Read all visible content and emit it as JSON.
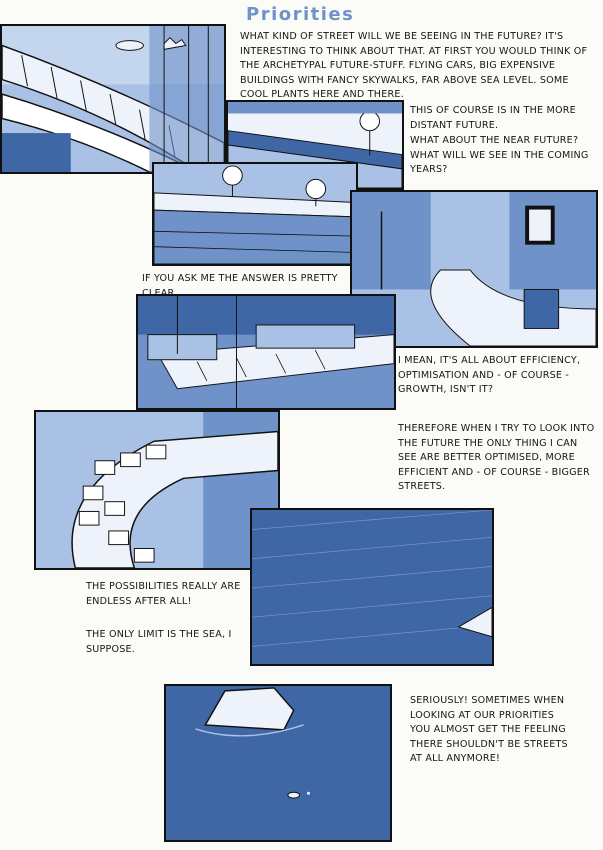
{
  "title": "Priorities",
  "captions": {
    "intro": "What kind of street will we be seeing in the future? It's interesting to think about that. At first you would think of the archetypal future-stuff. Flying cars, big expensive buildings with fancy skywalks, far above sea level. Some cool plants here and there.",
    "distant_1": "This of course is in the more distant future.",
    "distant_2": "What about the near future? What will we see in the coming years?",
    "answer": "If you ask me the answer is pretty clear.",
    "efficiency": "I mean, it's all about efficiency, optimisation and - of course - growth, isn't it?",
    "therefore": "Therefore when I try to look into the future the only thing I can see are better optimised, more efficient and - of course - bigger streets.",
    "possibilities": "The possibilities really are endless after all!",
    "limit": "The only limit is the sea, I suppose.",
    "seriously": "Seriously! Sometimes when looking at our priorities you almost get the feeling there shouldn't be streets at all anymore!"
  },
  "colors": {
    "ink": "#111111",
    "blue": "#6f93c9",
    "light_blue": "#a9c1e4",
    "deep_blue": "#3f67a6",
    "paper": "#fbfbf8"
  }
}
